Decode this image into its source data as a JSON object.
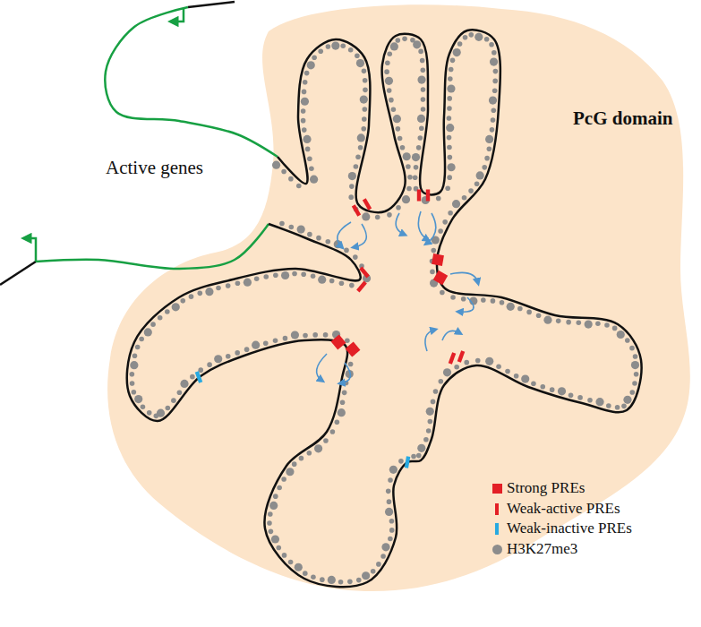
{
  "diagram": {
    "nodes": [
      {
        "text": [
          "PcG domain"
        ]
      }
    ],
    "labels": [
      "Active genes"
    ],
    "legend": [
      {
        "text": "Strong PREs",
        "color": "#e31f26"
      },
      {
        "text": "Weak-active PREs",
        "color": "#e31f26"
      },
      {
        "text": "Weak-inactive PREs",
        "color": "#27a9e1"
      },
      {
        "text": "H3K27me3",
        "color": "#8c8c8c"
      }
    ]
  }
}
